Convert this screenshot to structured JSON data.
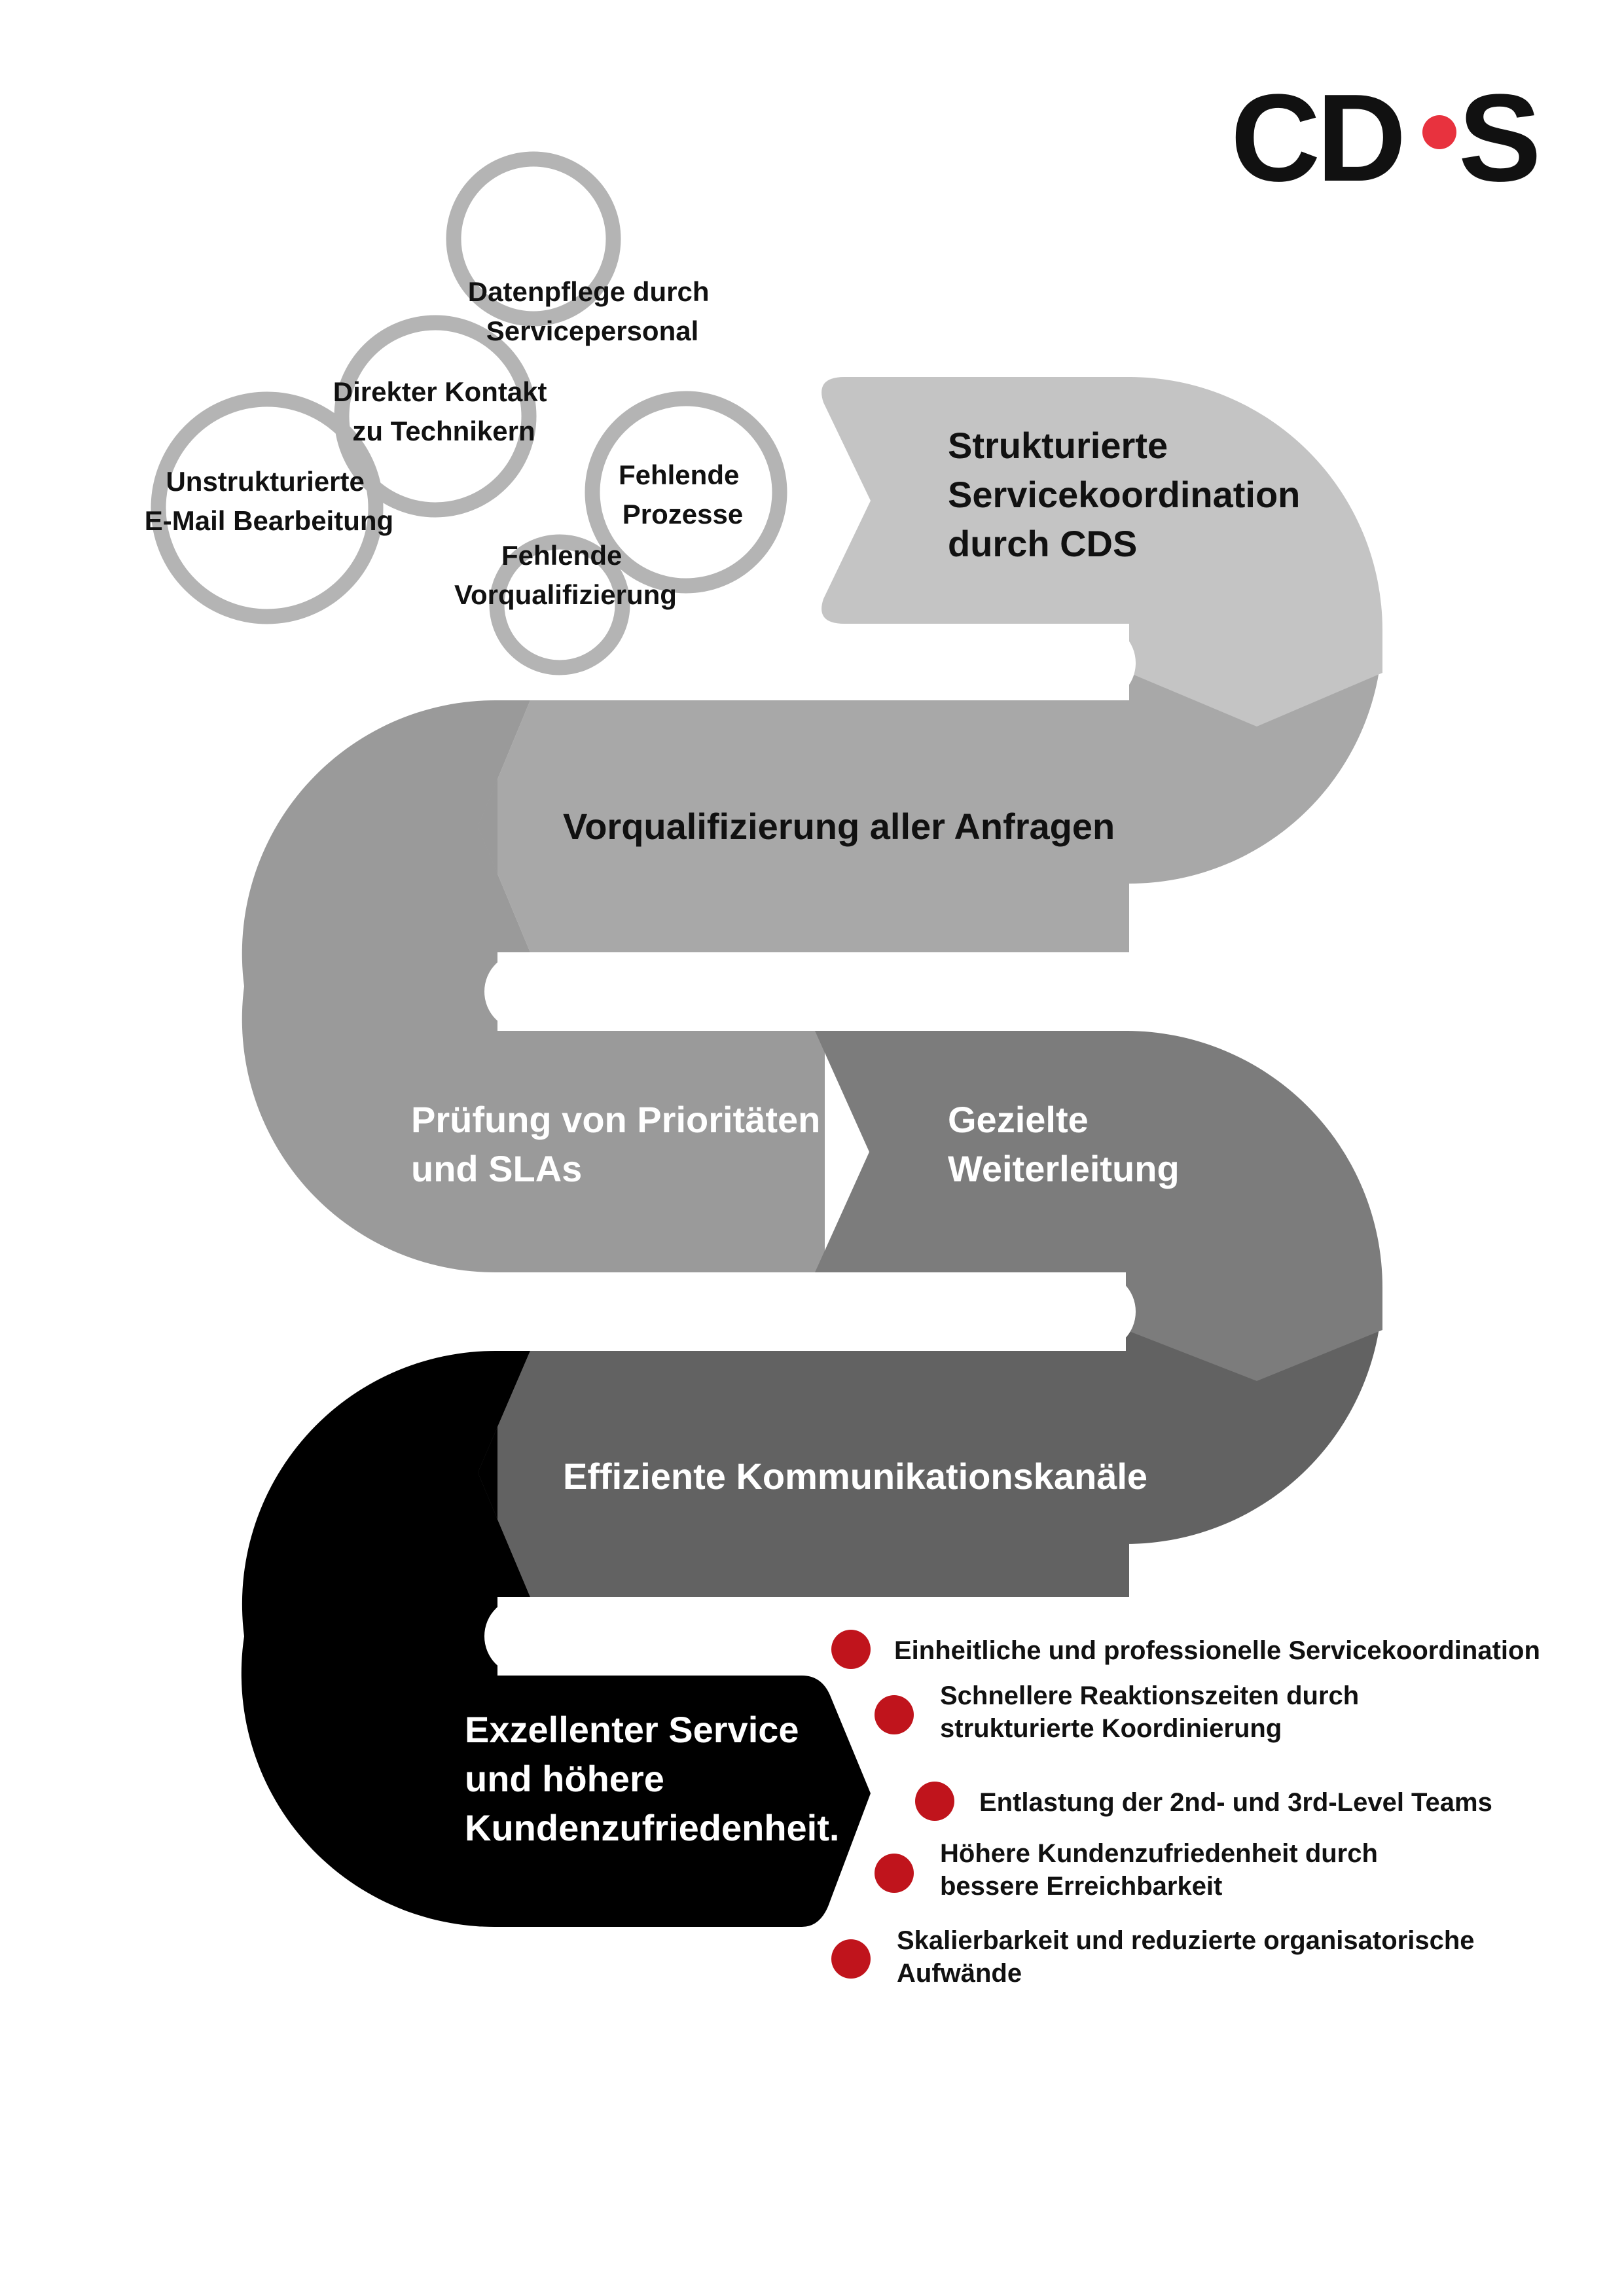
{
  "logo": {
    "left": "CD",
    "right": "S",
    "dot_color": "#e8323e"
  },
  "problem_circles": [
    {
      "lines": [
        "Datenpflege durch",
        "Servicepersonal"
      ]
    },
    {
      "lines": [
        "Direkter Kontakt",
        "zu Technikern"
      ]
    },
    {
      "lines": [
        "Unstrukturierte",
        "E-Mail Bearbeitung"
      ]
    },
    {
      "lines": [
        "Fehlende",
        "Prozesse"
      ]
    },
    {
      "lines": [
        "Fehlende",
        "Vorqualifizierung"
      ]
    }
  ],
  "process_steps": [
    {
      "lines": [
        "Strukturierte",
        "Servicekoordination",
        "durch CDS"
      ]
    },
    {
      "lines": [
        "Vorqualifizierung aller Anfragen"
      ]
    },
    {
      "lines": [
        "Prüfung von Prioritäten",
        "und SLAs"
      ]
    },
    {
      "lines": [
        "Gezielte",
        "Weiterleitung"
      ]
    },
    {
      "lines": [
        "Effiziente Kommunikationskanäle"
      ]
    },
    {
      "lines": [
        "Exzellenter Service",
        "und höhere",
        "Kundenzufriedenheit."
      ]
    }
  ],
  "benefits": [
    {
      "lines": [
        "Einheitliche und professionelle Servicekoordination"
      ]
    },
    {
      "lines": [
        "Schnellere Reaktionszeiten durch",
        "strukturierte Koordinierung"
      ]
    },
    {
      "lines": [
        "Entlastung der 2nd- und 3rd-Level Teams"
      ]
    },
    {
      "lines": [
        "Höhere Kundenzufriedenheit durch",
        "bessere Erreichbarkeit"
      ]
    },
    {
      "lines": [
        "Skalierbarkeit und reduzierte organisatorische",
        "Aufwände"
      ]
    }
  ],
  "colors": {
    "circle_ring": "#b4b4b4",
    "band_1": "#c4c4c4",
    "band_2": "#a8a8a8",
    "band_3": "#9a9a9a",
    "band_4": "#7c7c7c",
    "band_5": "#626262",
    "band_6": "#000000",
    "bullet": "#c0141c"
  }
}
